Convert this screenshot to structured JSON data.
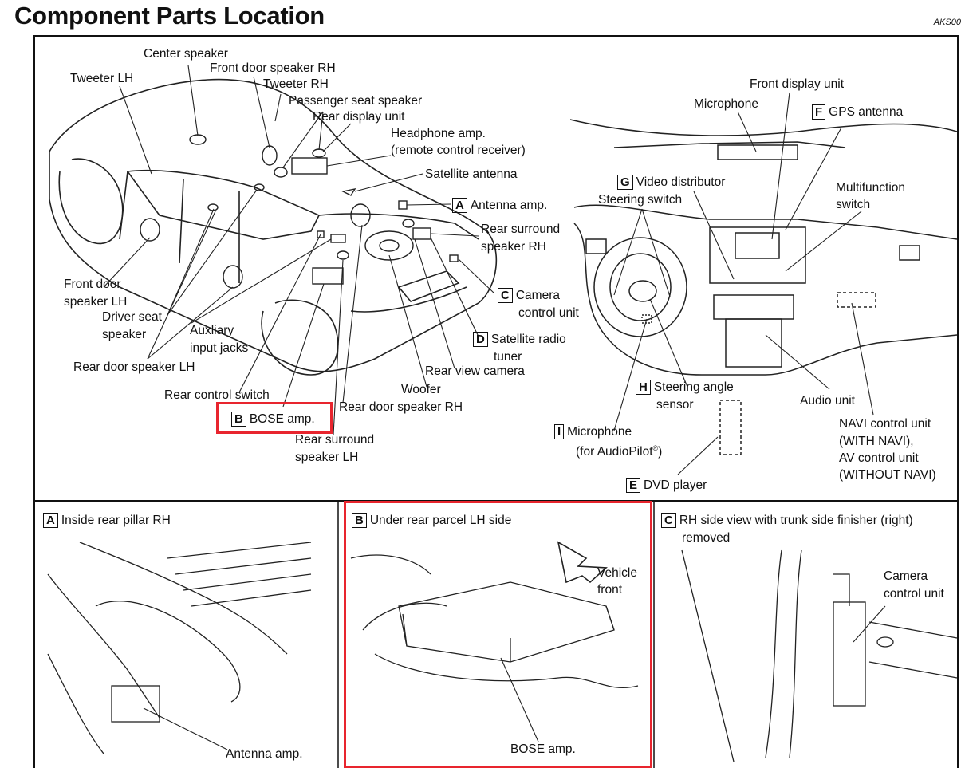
{
  "header": {
    "title": "Component Parts Location",
    "code": "AKS00"
  },
  "main_diagram": {
    "labels": {
      "center_speaker": "Center speaker",
      "front_door_speaker_rh": "Front door speaker RH",
      "tweeter_lh": "Tweeter LH",
      "tweeter_rh": "Tweeter RH",
      "passenger_seat_speaker": "Passenger seat speaker",
      "rear_display_unit": "Rear display unit",
      "headphone_amp_1": "Headphone amp.",
      "headphone_amp_2": "(remote control receiver)",
      "satellite_antenna": "Satellite antenna",
      "antenna_amp": "Antenna amp.",
      "rear_surround_rh_1": "Rear surround",
      "rear_surround_rh_2": "speaker RH",
      "camera_control_1": "Camera",
      "camera_control_2": "control unit",
      "satellite_radio_1": "Satellite radio",
      "satellite_radio_2": "tuner",
      "rear_view_camera": "Rear view camera",
      "woofer": "Woofer",
      "rear_door_speaker_rh": "Rear door speaker RH",
      "rear_surround_lh_1": "Rear surround",
      "rear_surround_lh_2": "speaker LH",
      "bose_amp": "BOSE amp.",
      "rear_control_switch": "Rear control switch",
      "rear_door_speaker_lh": "Rear door speaker LH",
      "auxiliary_1": "Auxliary",
      "auxiliary_2": "input jacks",
      "driver_seat_1": "Driver seat",
      "driver_seat_2": "speaker",
      "front_door_lh_1": "Front door",
      "front_door_lh_2": "speaker LH",
      "front_display_unit": "Front display unit",
      "microphone": "Microphone",
      "gps_antenna": "GPS antenna",
      "video_distributor": "Video distributor",
      "steering_switch": "Steering switch",
      "multifunction_1": "Multifunction",
      "multifunction_2": "switch",
      "steering_angle_1": "Steering angle",
      "steering_angle_2": "sensor",
      "audio_unit": "Audio unit",
      "navi_1": "NAVI control unit",
      "navi_2": "(WITH NAVI),",
      "navi_3": "AV control unit",
      "navi_4": "(WITHOUT NAVI)",
      "mic_audiopilot_1": "Microphone",
      "mic_audiopilot_2": "(for AudioPilot",
      "mic_audiopilot_reg": "®",
      "mic_audiopilot_3": ")",
      "dvd_player": "DVD player"
    },
    "letters": {
      "a": "A",
      "b": "B",
      "c": "C",
      "d": "D",
      "e": "E",
      "f": "F",
      "g": "G",
      "h": "H",
      "i": "I"
    }
  },
  "detail_panels": {
    "a": {
      "title": "Inside rear pillar RH",
      "part": "Antenna amp."
    },
    "b": {
      "title": "Under rear parcel LH side",
      "direction_1": "Vehicle",
      "direction_2": "front",
      "part": "BOSE amp."
    },
    "c": {
      "title_1": "RH side view with trunk side finisher (right)",
      "title_2": "removed",
      "part_1": "Camera",
      "part_2": "control unit"
    }
  },
  "colors": {
    "highlight": "#e8252e",
    "ink": "#111111"
  }
}
